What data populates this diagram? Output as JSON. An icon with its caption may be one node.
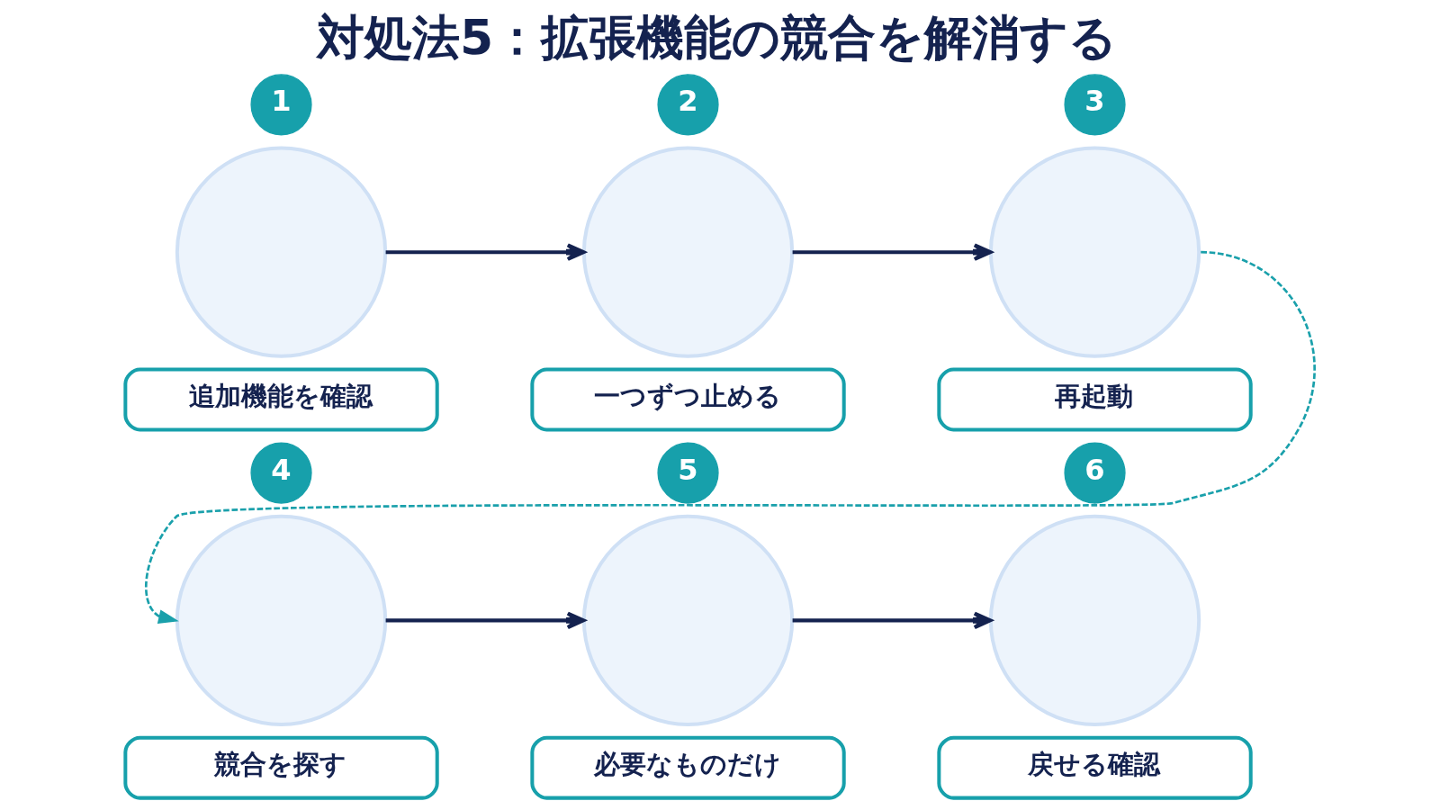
{
  "diagram": {
    "title": "対処法5：拡張機能の競合を解消する",
    "nodes": [
      {
        "text": [
          "1"
        ]
      },
      {
        "text": [],
        "shape": "circle"
      },
      {
        "text": [
          "追加機能を確認"
        ]
      },
      {
        "text": [
          "2"
        ]
      },
      {
        "text": [],
        "shape": "circle"
      },
      {
        "text": [
          "一つずつ止める"
        ]
      },
      {
        "text": [
          "3"
        ]
      },
      {
        "text": [],
        "shape": "circle"
      },
      {
        "text": [
          "再起動"
        ]
      },
      {
        "text": [
          "4"
        ]
      },
      {
        "text": [],
        "shape": "circle"
      },
      {
        "text": [
          "競合を探す"
        ]
      },
      {
        "text": [
          "5"
        ]
      },
      {
        "text": [],
        "shape": "circle"
      },
      {
        "text": [
          "必要なものだけ"
        ]
      },
      {
        "text": [
          "6"
        ]
      },
      {
        "text": [],
        "shape": "circle"
      },
      {
        "text": [
          "戻せる確認"
        ]
      }
    ],
    "edges": [
      {
        "from": 1,
        "to": 4,
        "arrow": "to"
      },
      {
        "from": 4,
        "to": 7,
        "arrow": "to"
      },
      {
        "from": 7,
        "to": 10,
        "arrow": "to",
        "style": "dashed",
        "color": "#1aa0ab"
      },
      {
        "from": 10,
        "to": 13,
        "arrow": "to"
      },
      {
        "from": 13,
        "to": 16,
        "arrow": "to"
      }
    ]
  }
}
